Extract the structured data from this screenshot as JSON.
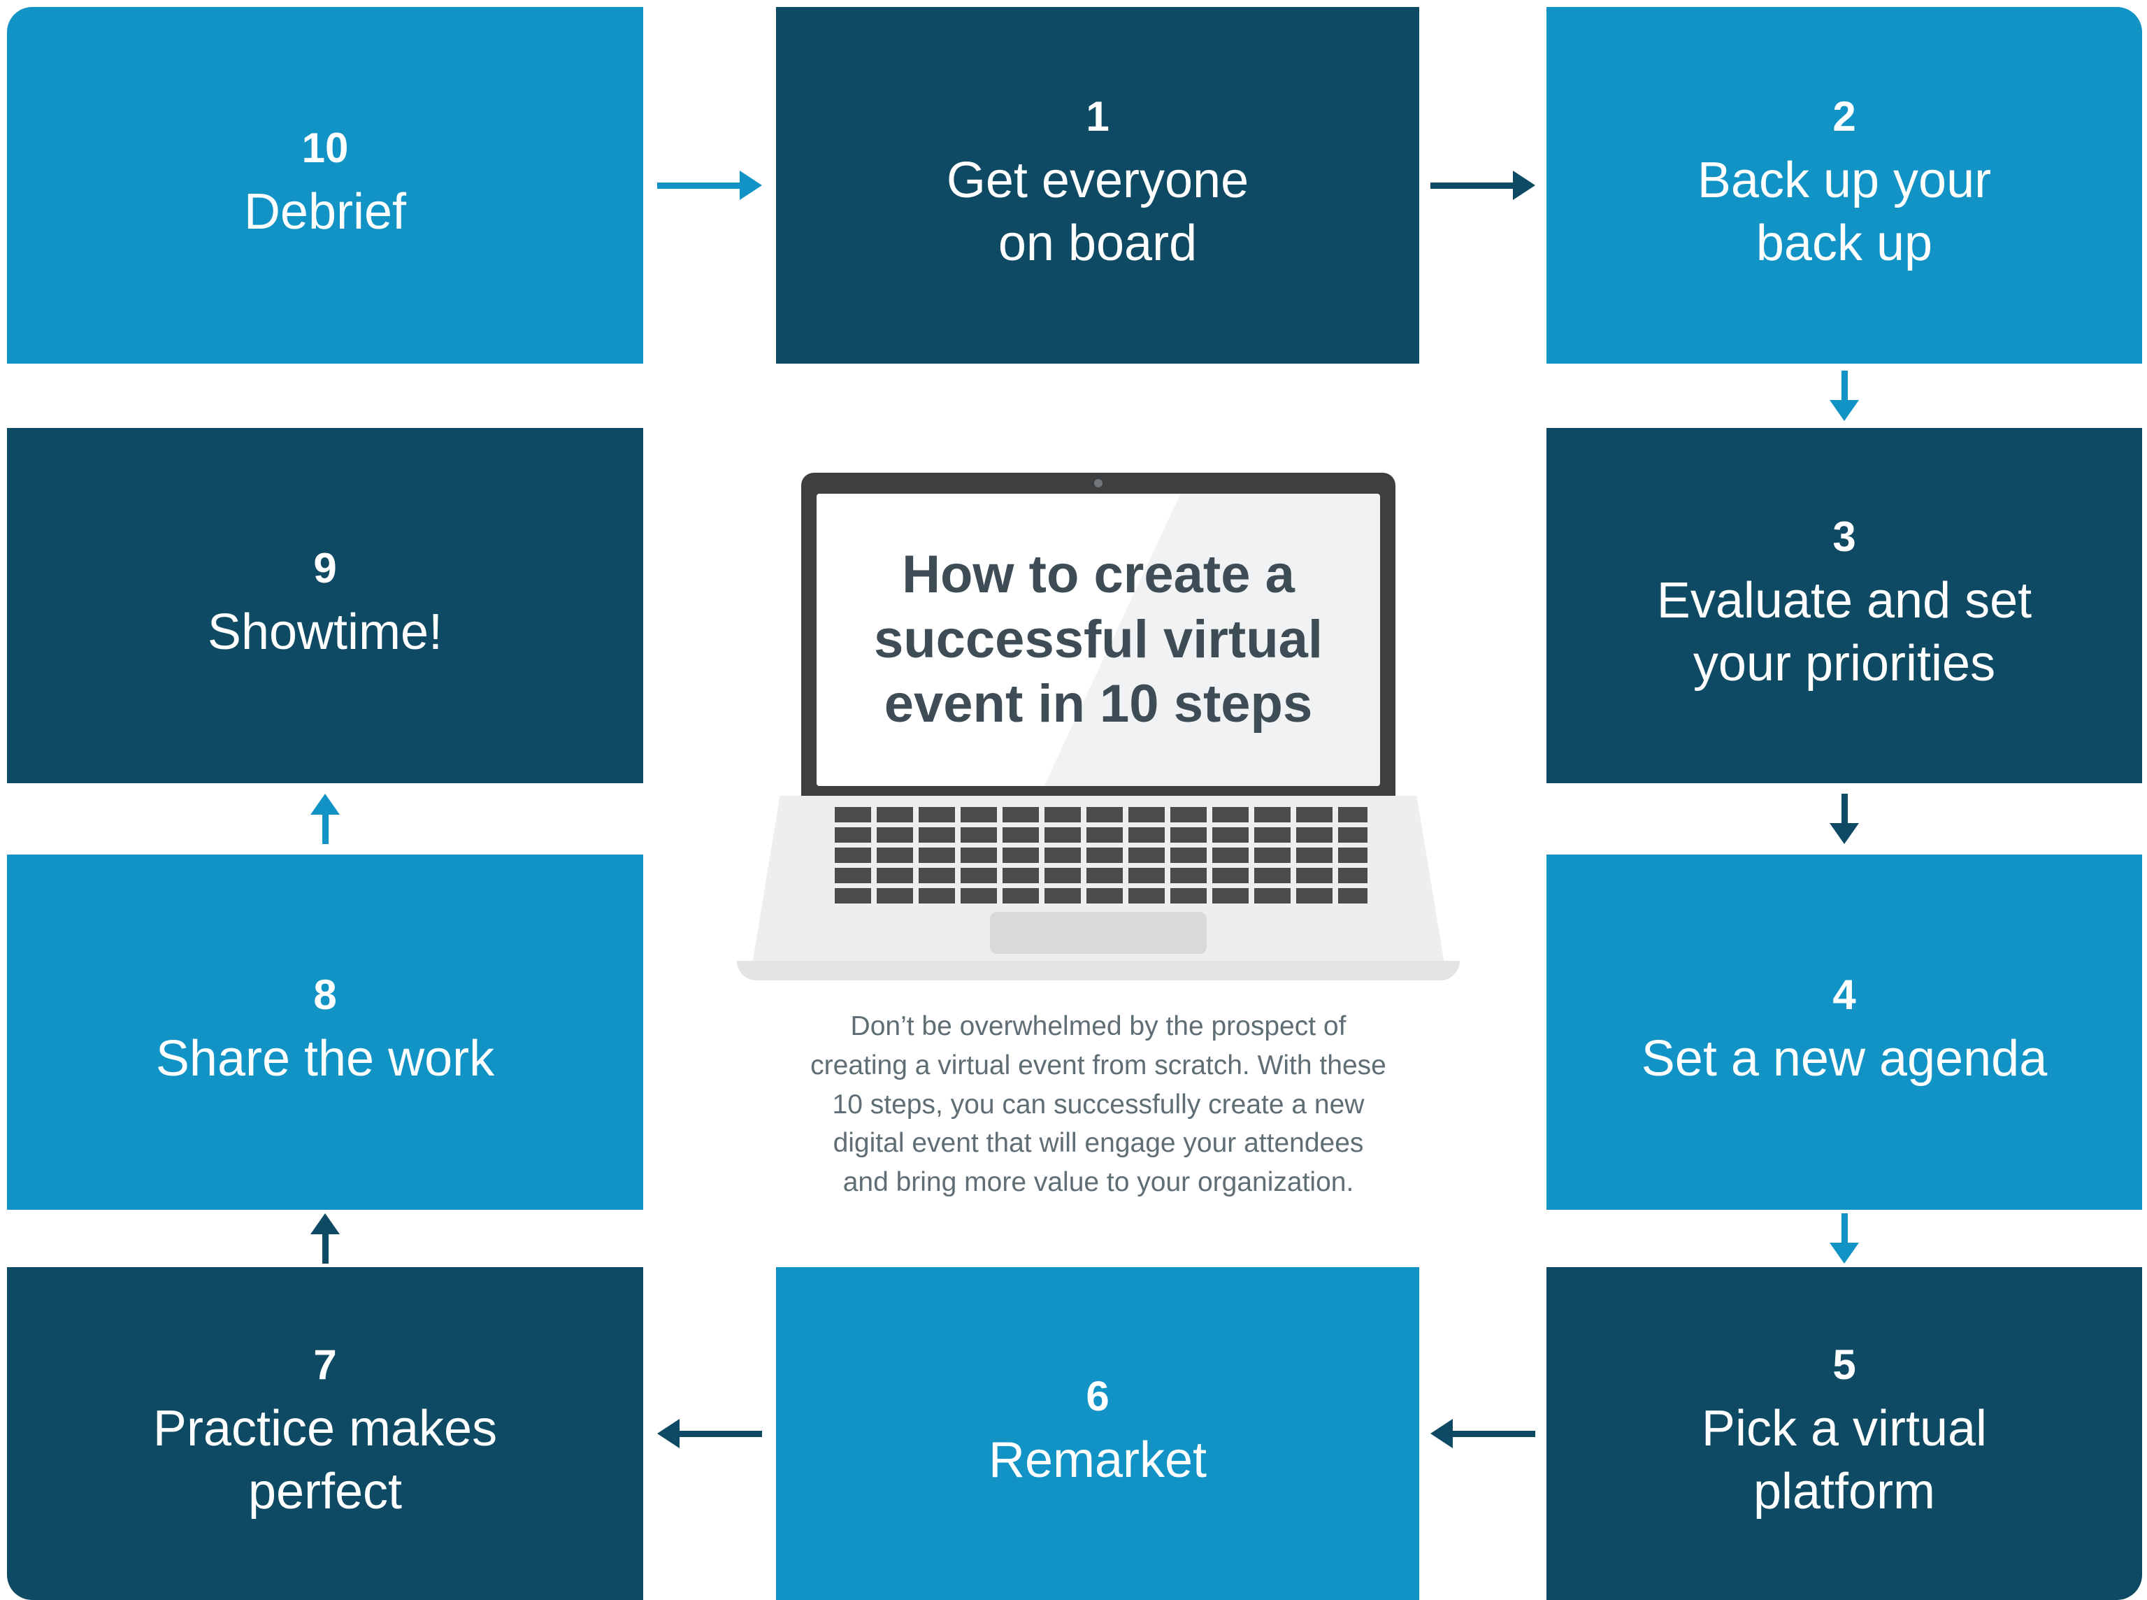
{
  "theme": {
    "light_blue": "#1293c6",
    "dark_blue": "#0e4a63",
    "title_color": "#3e4c55",
    "description_color": "#5f6d75",
    "laptop_frame": "#3e3f41",
    "laptop_key": "#4a4b4d",
    "laptop_body": "#edeeee",
    "laptop_lip": "#e2e3e5",
    "trackpad": "#d7d9da",
    "background": "#ffffff"
  },
  "center": {
    "title": "How to create a\nsuccessful virtual\nevent in 10 steps",
    "description": "Don’t be overwhelmed by the prospect of\ncreating a virtual event from scratch. With these\n10 steps, you can successfully create a new\ndigital event that will engage your attendees\nand bring more value to your organization."
  },
  "steps": [
    {
      "number": "1",
      "label": "Get everyone\non board",
      "tone": "dark"
    },
    {
      "number": "2",
      "label": "Back up your\nback up",
      "tone": "light"
    },
    {
      "number": "3",
      "label": "Evaluate and set\nyour priorities",
      "tone": "dark"
    },
    {
      "number": "4",
      "label": "Set a new agenda",
      "tone": "light"
    },
    {
      "number": "5",
      "label": "Pick a virtual\nplatform",
      "tone": "dark"
    },
    {
      "number": "6",
      "label": "Remarket",
      "tone": "light"
    },
    {
      "number": "7",
      "label": "Practice makes\nperfect",
      "tone": "dark"
    },
    {
      "number": "8",
      "label": "Share the work",
      "tone": "light"
    },
    {
      "number": "9",
      "label": "Showtime!",
      "tone": "dark"
    },
    {
      "number": "10",
      "label": "Debrief",
      "tone": "light"
    }
  ],
  "arrows": [
    {
      "from": "10",
      "to": "1",
      "direction": "right",
      "tone": "light"
    },
    {
      "from": "1",
      "to": "2",
      "direction": "right",
      "tone": "dark"
    },
    {
      "from": "2",
      "to": "3",
      "direction": "down",
      "tone": "light"
    },
    {
      "from": "3",
      "to": "4",
      "direction": "down",
      "tone": "dark"
    },
    {
      "from": "4",
      "to": "5",
      "direction": "down",
      "tone": "light"
    },
    {
      "from": "5",
      "to": "6",
      "direction": "left",
      "tone": "dark"
    },
    {
      "from": "6",
      "to": "7",
      "direction": "left",
      "tone": "dark"
    },
    {
      "from": "7",
      "to": "8",
      "direction": "up",
      "tone": "dark"
    },
    {
      "from": "8",
      "to": "9",
      "direction": "up",
      "tone": "light"
    }
  ]
}
